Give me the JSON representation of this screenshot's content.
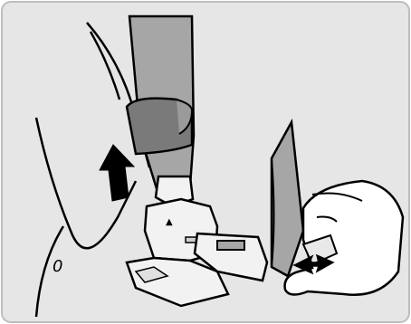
{
  "illustration": {
    "panel_color": "#e6e6e6",
    "belt_color": "#a6a6a6",
    "sleeve_color": "#7a7a7a",
    "ink_color": "#000000",
    "buckle_color": "#f2f2f2",
    "markings": {
      "seat_mark": "0",
      "buckle_triangle_mark": "▲"
    },
    "arrows": [
      {
        "name": "push-up-arrow",
        "direction": "up"
      },
      {
        "name": "release-arrow",
        "direction": "left-right"
      }
    ]
  }
}
